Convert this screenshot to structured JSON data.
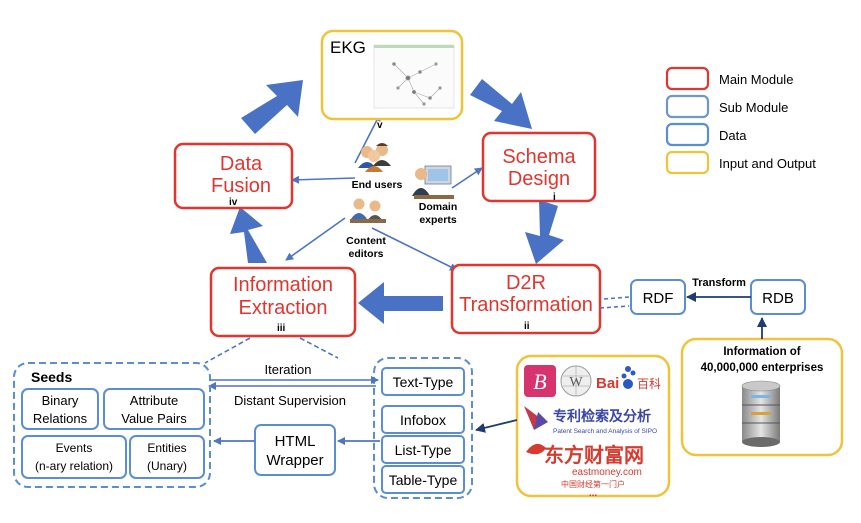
{
  "main_modules": {
    "ekg": "EKG",
    "schema_design": [
      "Schema",
      "Design"
    ],
    "schema_design_num": "i",
    "d2r": [
      "D2R",
      "Transformation"
    ],
    "d2r_num": "ii",
    "info_extraction": [
      "Information",
      "Extraction"
    ],
    "info_extraction_num": "iii",
    "data_fusion": [
      "Data",
      "Fusion"
    ],
    "data_fusion_num": "iv",
    "ekg_num": "v"
  },
  "people": {
    "end_users": "End users",
    "domain_experts": [
      "Domain",
      "experts"
    ],
    "content_editors": [
      "Content",
      "editors"
    ]
  },
  "data_boxes": {
    "rdf": "RDF",
    "rdb": "RDB",
    "transform": "Transform",
    "enterprises": [
      "Information of",
      "40,000,000 enterprises"
    ]
  },
  "sources": {
    "baidu": "Bai",
    "baidu_cn": "百科",
    "patent_cn": "专利检索及分析",
    "patent_en": "Patent Search and Analysis of SIPO",
    "eastmoney_cn": "东方财富网",
    "eastmoney_en": "eastmoney.com",
    "eastmoney_sub": "中国财经第一门户",
    "more": "..."
  },
  "extraction": {
    "iteration": "Iteration",
    "distant_supervision": "Distant Supervision",
    "html_wrapper": [
      "HTML",
      "Wrapper"
    ],
    "types": [
      "Text-Type",
      "Infobox",
      "List-Type",
      "Table-Type"
    ]
  },
  "seeds": {
    "title": "Seeds",
    "binary": [
      "Binary",
      "Relations"
    ],
    "attribute": [
      "Attribute",
      "Value Pairs"
    ],
    "events": [
      "Events",
      "(n-ary relation)"
    ],
    "entities": [
      "Entities",
      "(Unary)"
    ]
  },
  "legend": {
    "main_module": "Main Module",
    "sub_module": "Sub Module",
    "data": "Data",
    "io": "Input and Output",
    "colors": {
      "main": "#e0362f",
      "sub": "#6e98cc",
      "data": "#5b8ed1",
      "io": "#f0c33a"
    }
  }
}
